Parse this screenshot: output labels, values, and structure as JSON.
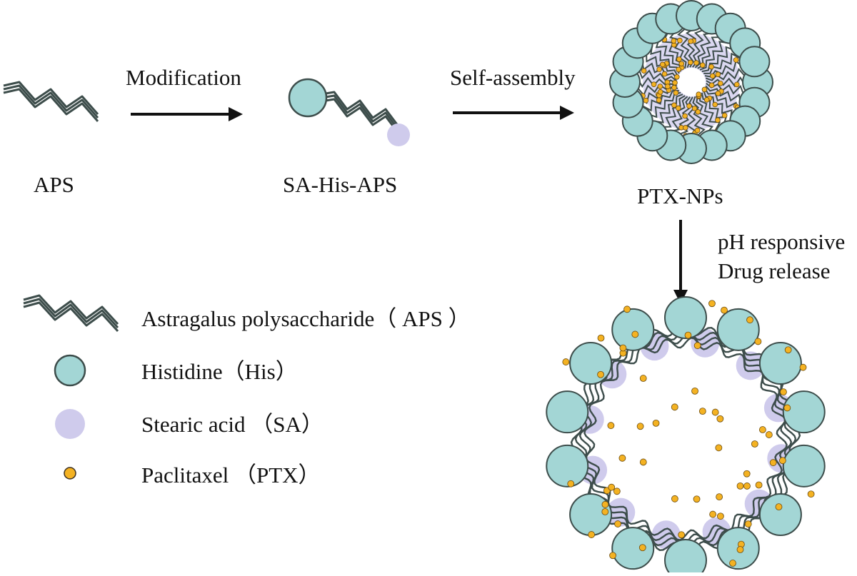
{
  "steps": {
    "aps_label": "APS",
    "modification_label": "Modification",
    "conjugate_label": "SA-His-APS",
    "self_assembly_label": "Self-assembly",
    "nanoparticle_label": "PTX-NPs",
    "release_line1": "pH responsive",
    "release_line2": "Drug release"
  },
  "legend": [
    {
      "key": "aps",
      "label": "Astragalus polysaccharide（ APS ）"
    },
    {
      "key": "his",
      "label": "Histidine（His）"
    },
    {
      "key": "sa",
      "label": "Stearic acid （SA）"
    },
    {
      "key": "ptx",
      "label": "Paclitaxel （PTX）"
    }
  ],
  "colors": {
    "histidine": "#a3d6d5",
    "stearic_acid": "#cfcbec",
    "paclitaxel": "#f4b222",
    "chain": "#3d4d4b",
    "arrow": "#111111"
  }
}
